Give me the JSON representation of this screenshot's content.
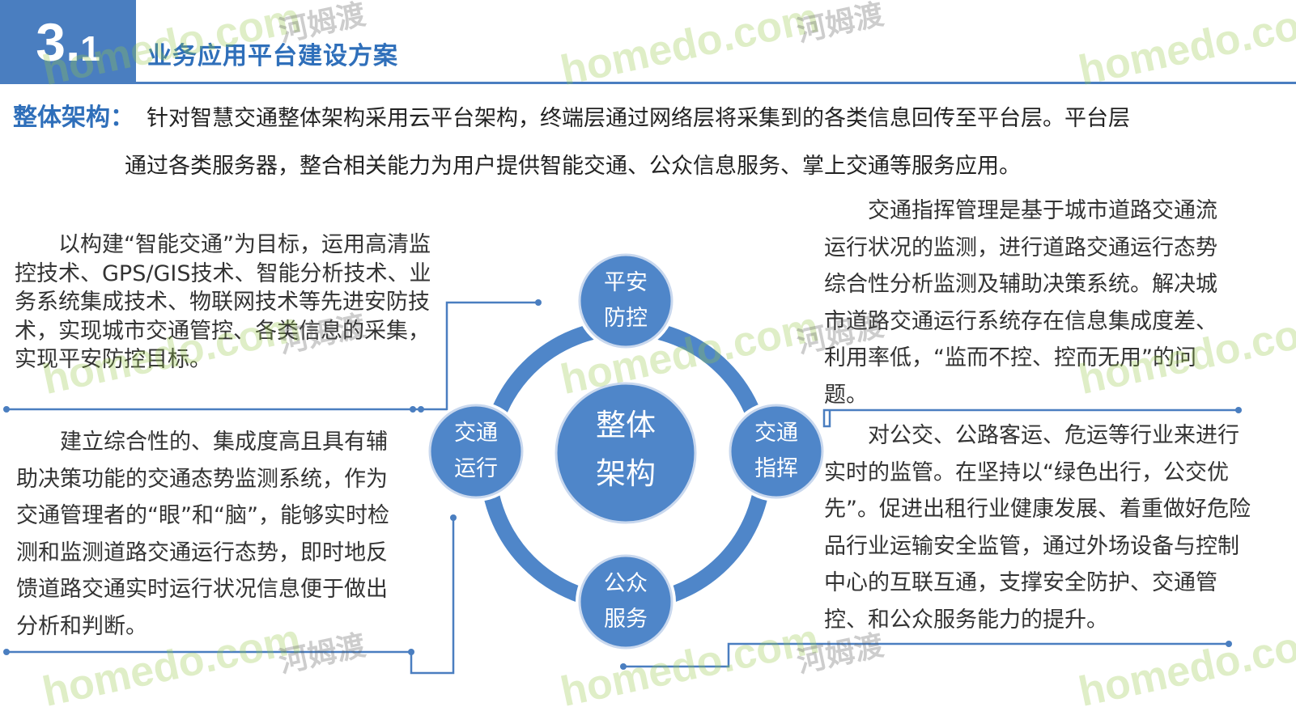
{
  "header": {
    "section_major": "3.",
    "section_minor": "1",
    "title": "业务应用平台建设方案"
  },
  "intro": {
    "label": "整体架构：",
    "line1": "针对智慧交通整体架构采用云平台架构，终端层通过网络层将采集到的各类信息回传至平台层。平台层",
    "line2": "通过各类服务器，整合相关能力为用户提供智能交通、公众信息服务、掌上交通等服务应用。"
  },
  "diagram": {
    "center": [
      "整体",
      "架构"
    ],
    "top": [
      "平安",
      "防控"
    ],
    "bottom": [
      "公众",
      "服务"
    ],
    "left": [
      "交通",
      "运行"
    ],
    "right": [
      "交通",
      "指挥"
    ]
  },
  "blocks": {
    "top_left": "以构建“智能交通”为目标，运用高清监控技术、GPS/GIS技术、智能分析技术、业务系统集成技术、物联网技术等先进安防技术，实现城市交通管控、各类信息的采集，实现平安防控目标。",
    "bottom_left": "建立综合性的、集成度高且具有辅助决策功能的交通态势监测系统，作为交通管理者的“眼”和“脑”，能够实时检测和监测道路交通运行态势，即时地反馈道路交通实时运行状况信息便于做出分析和判断。",
    "top_right": "交通指挥管理是基于城市道路交通流运行状况的监测，进行道路交通运行态势综合性分析监测及辅助决策系统。解决城市道路交通运行系统存在信息集成度差、利用率低，“监而不控、控而无用”的问题。",
    "bottom_right": "对公交、公路客运、危运等行业来进行实时的监管。在坚持以“绿色出行，公交优先”。促进出租行业健康发展、着重做好危险品行业运输安全监管，通过外场设备与控制中心的互联互通，支撑安全防护、交通管控、和公众服务能力的提升。"
  },
  "watermark": {
    "brand": "homedo.com",
    "brand_cn": "河姆渡"
  },
  "colors": {
    "accent": "#4a7ec0",
    "title_blue": "#2f6fba",
    "node_fill": "#4f86c9",
    "connector": "#4a7ec0"
  }
}
